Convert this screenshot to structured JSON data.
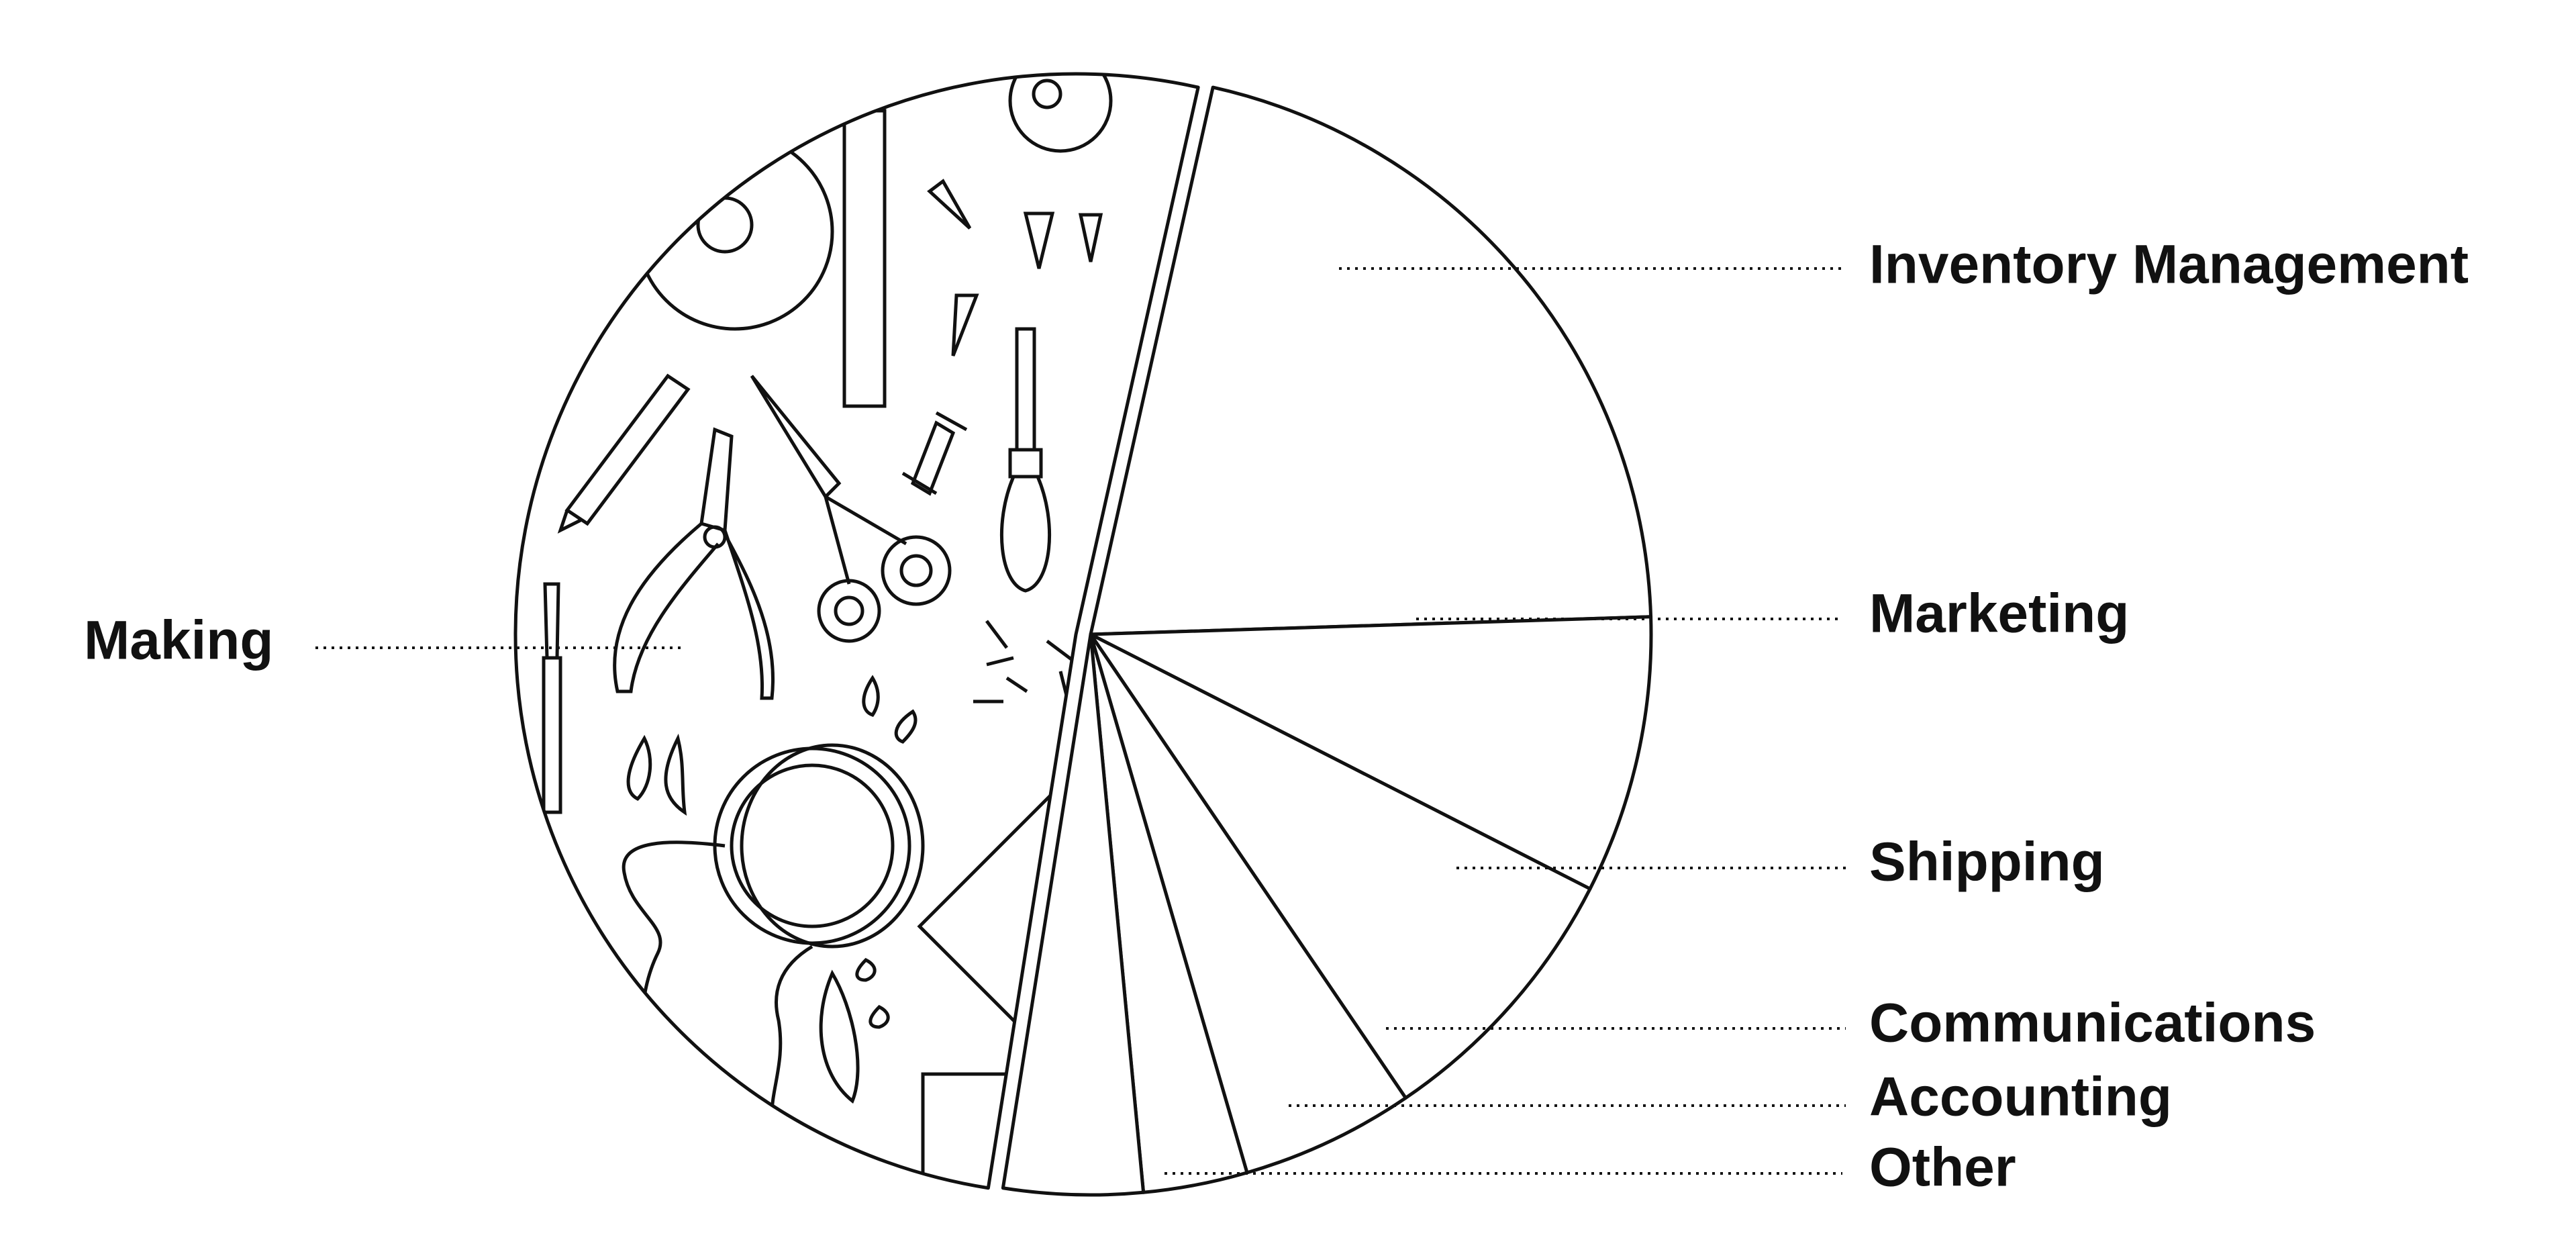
{
  "chart_data": {
    "type": "pie",
    "title": "",
    "exploded_slice": "Making",
    "slices": [
      {
        "label": "Making",
        "value": 51
      },
      {
        "label": "Inventory Management",
        "value": 21
      },
      {
        "label": "Marketing",
        "value": 8
      },
      {
        "label": "Shipping",
        "value": 8
      },
      {
        "label": "Communications",
        "value": 5
      },
      {
        "label": "Accounting",
        "value": 3
      },
      {
        "label": "Other",
        "value": 4
      }
    ]
  },
  "style": {
    "stroke": "#111111",
    "background": "#ffffff",
    "label_color": "#111111",
    "making_illustration": "crafting tools doodle pattern"
  }
}
